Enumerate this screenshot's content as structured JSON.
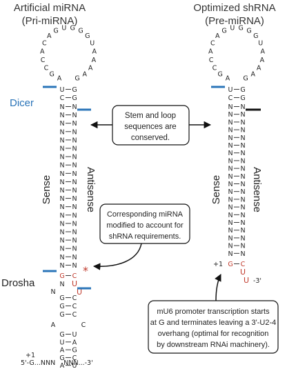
{
  "left": {
    "title_line1": "Artificial miRNA",
    "title_line2": "(Pri-miRNA)",
    "dicer": "Dicer",
    "drosha": "Drosha",
    "sense": "Sense",
    "antisense": "Antisense",
    "loop": [
      "A",
      "G",
      "C",
      "C",
      "A",
      "C",
      "A",
      "G",
      "U",
      "G",
      "G",
      "G",
      "U",
      "A",
      "A",
      "A",
      "A",
      "G"
    ],
    "stem_top_pair": [
      "U",
      "G"
    ],
    "stem_second_pair": [
      "C",
      "G"
    ],
    "stem_pair": [
      "N",
      "N"
    ],
    "drosha_pair1": [
      "G",
      "C"
    ],
    "drosha_pair2": [
      "N",
      "U"
    ],
    "drosha_overhang": "U",
    "drosha_n": "N",
    "star": "*",
    "lower_pairs": [
      [
        "G",
        "C"
      ],
      [
        "G",
        "C"
      ],
      [
        "G",
        "C"
      ]
    ],
    "bulge": [
      "A",
      "C"
    ],
    "basal_pairs": [
      [
        "G",
        "U"
      ],
      [
        "U",
        "A"
      ],
      [
        "A",
        "G"
      ],
      [
        "G",
        "C"
      ],
      [
        "A",
        "U"
      ],
      [
        "N",
        "N"
      ]
    ],
    "plus1": "+1",
    "ends": "5'-G...NNN    NNN...-3'"
  },
  "right": {
    "title_line1": "Optimized shRNA",
    "title_line2": "(Pre-miRNA)",
    "sense": "Sense",
    "antisense": "Antisense",
    "loop": [
      "A",
      "G",
      "C",
      "C",
      "A",
      "C",
      "A",
      "G",
      "U",
      "G",
      "G",
      "G",
      "U",
      "A",
      "A",
      "A",
      "A",
      "G"
    ],
    "stem_top_pair": [
      "U",
      "G"
    ],
    "stem_second_pair": [
      "C",
      "G"
    ],
    "stem_pair": [
      "N",
      "N"
    ],
    "end_pair": [
      "G",
      "C"
    ],
    "plus1": "+1",
    "overhang": "U",
    "overhang_end": "U",
    "three_prime": "-3'"
  },
  "boxes": {
    "conserved": [
      "Stem and loop",
      "sequences are",
      "conserved."
    ],
    "corresponding": [
      "Corresponding miRNA",
      "modified to account for",
      "shRNA requirements."
    ],
    "promoter": [
      "mU6 promoter transcription starts",
      "at G and terminates leaving a 3'-U2-4",
      "overhang (optimal for recognition",
      "by downstream RNAi machinery)."
    ]
  },
  "colors": {
    "dicer_blue": "#2a74b8",
    "red_nt": "#c0392b",
    "black_tick": "#111111"
  }
}
